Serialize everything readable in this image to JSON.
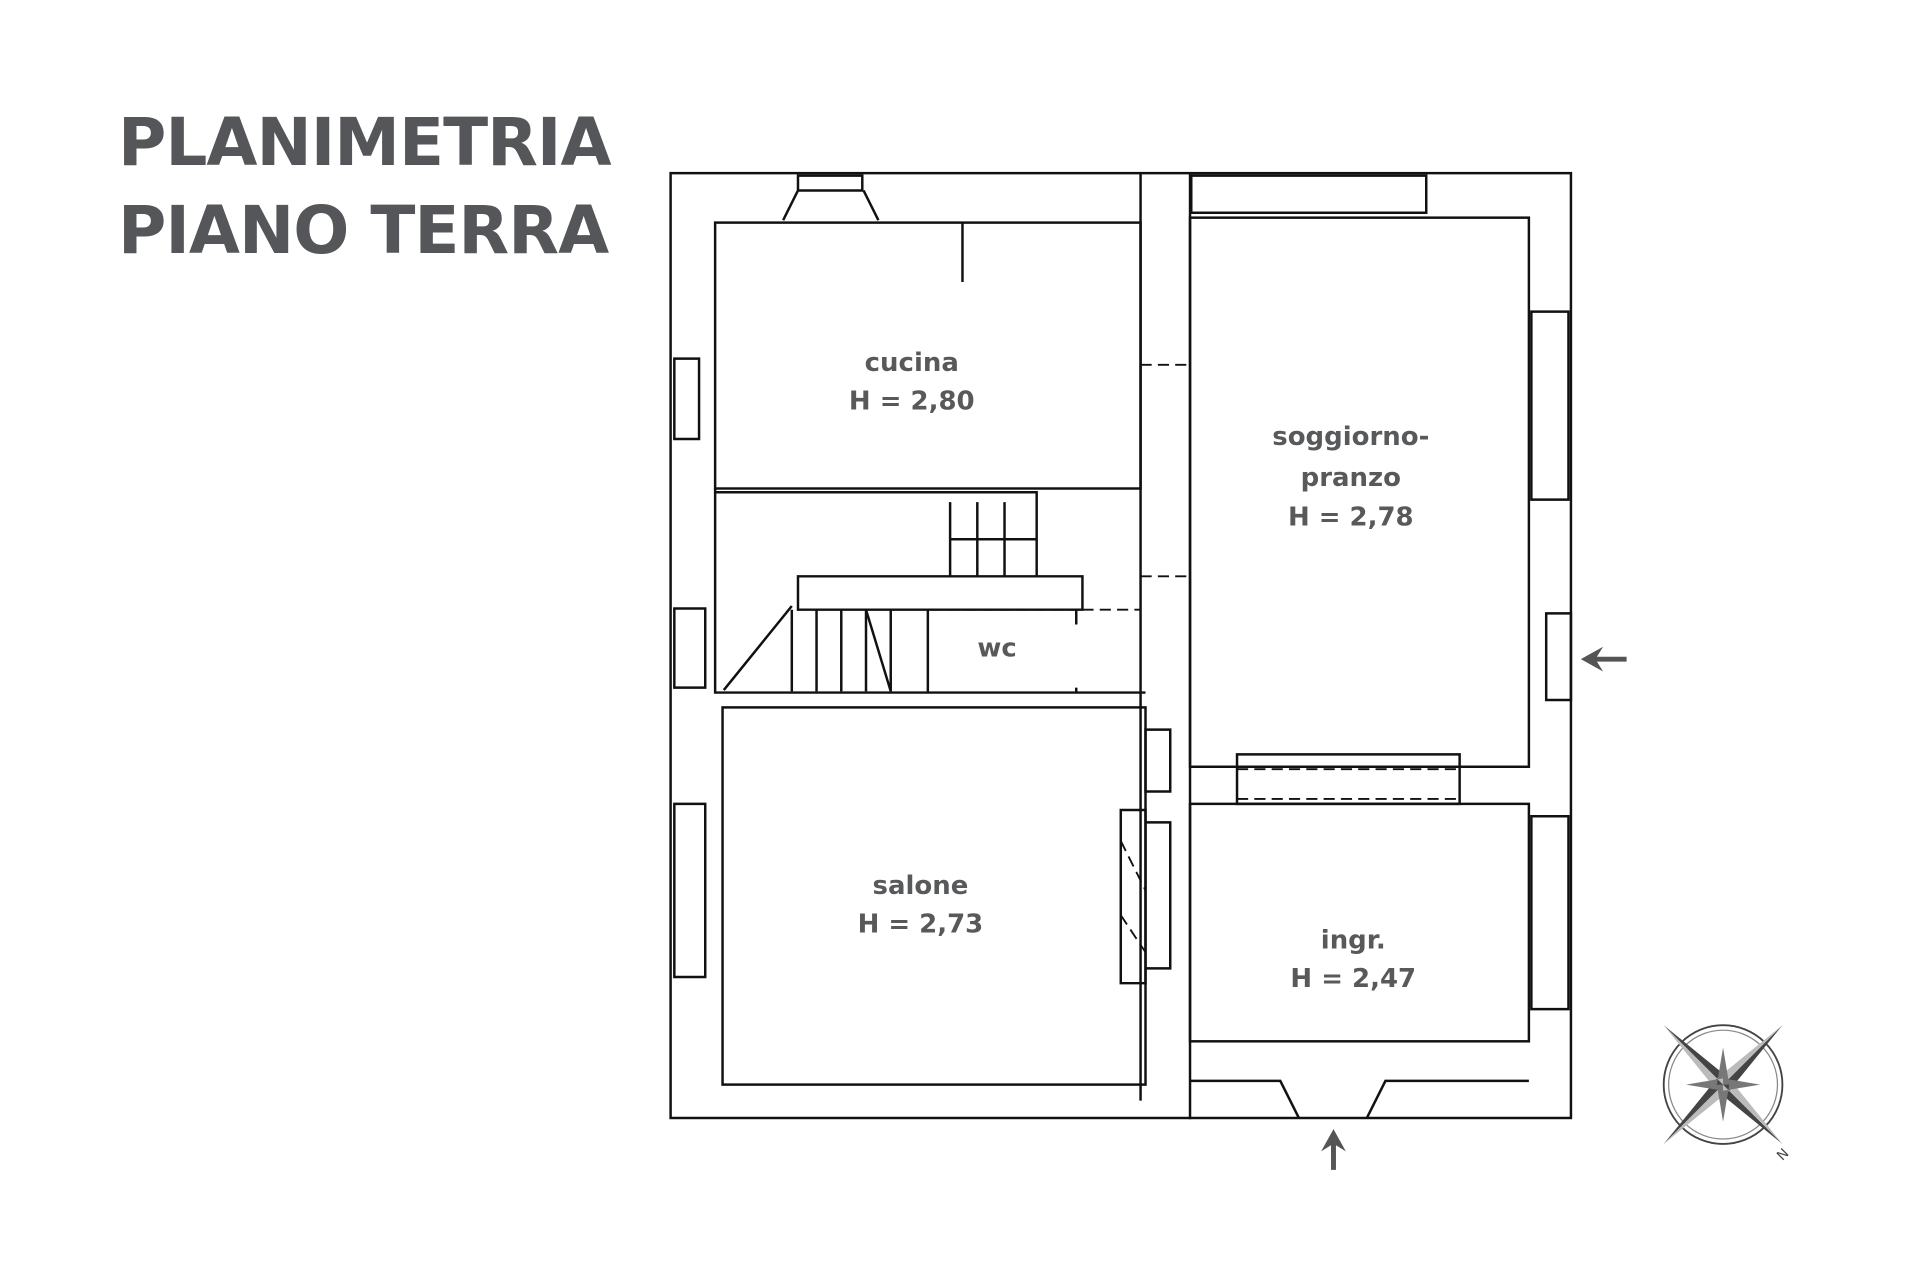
{
  "title": {
    "line1": "PLANIMETRIA",
    "line2": "PIANO TERRA"
  },
  "rooms": [
    {
      "name": "cucina",
      "height": "H = 2,80"
    },
    {
      "name": "soggiorno-",
      "name2": "pranzo",
      "height": "H = 2,78"
    },
    {
      "name": "wc"
    },
    {
      "name": "salone",
      "height": "H = 2,73"
    },
    {
      "name": "ingr.",
      "height": "H = 2,47"
    }
  ],
  "compass": {
    "north_label": "N"
  },
  "colors": {
    "text": "#58595b",
    "lines": "#111111"
  }
}
